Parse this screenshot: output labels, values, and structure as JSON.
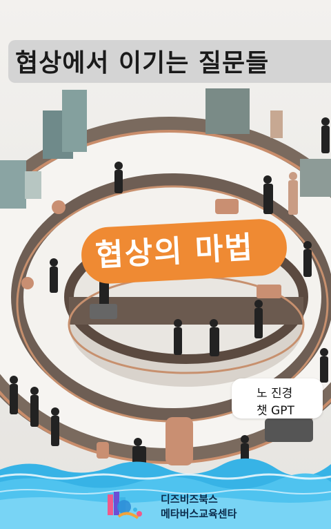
{
  "book": {
    "title": "협상에서 이기는 질문들",
    "main_title": "협상의 마법",
    "author": "노  진경",
    "coauthor": "챗 GPT"
  },
  "publisher": {
    "line1": "디즈비즈북스",
    "line2": "메타버스교육센타"
  },
  "colors": {
    "accent": "#ef8a33",
    "title_banner": "#d4d4d4",
    "wave": "#2aa7d9",
    "publisher_text": "#0b2a4a"
  },
  "icons": [
    "logo-icon"
  ]
}
